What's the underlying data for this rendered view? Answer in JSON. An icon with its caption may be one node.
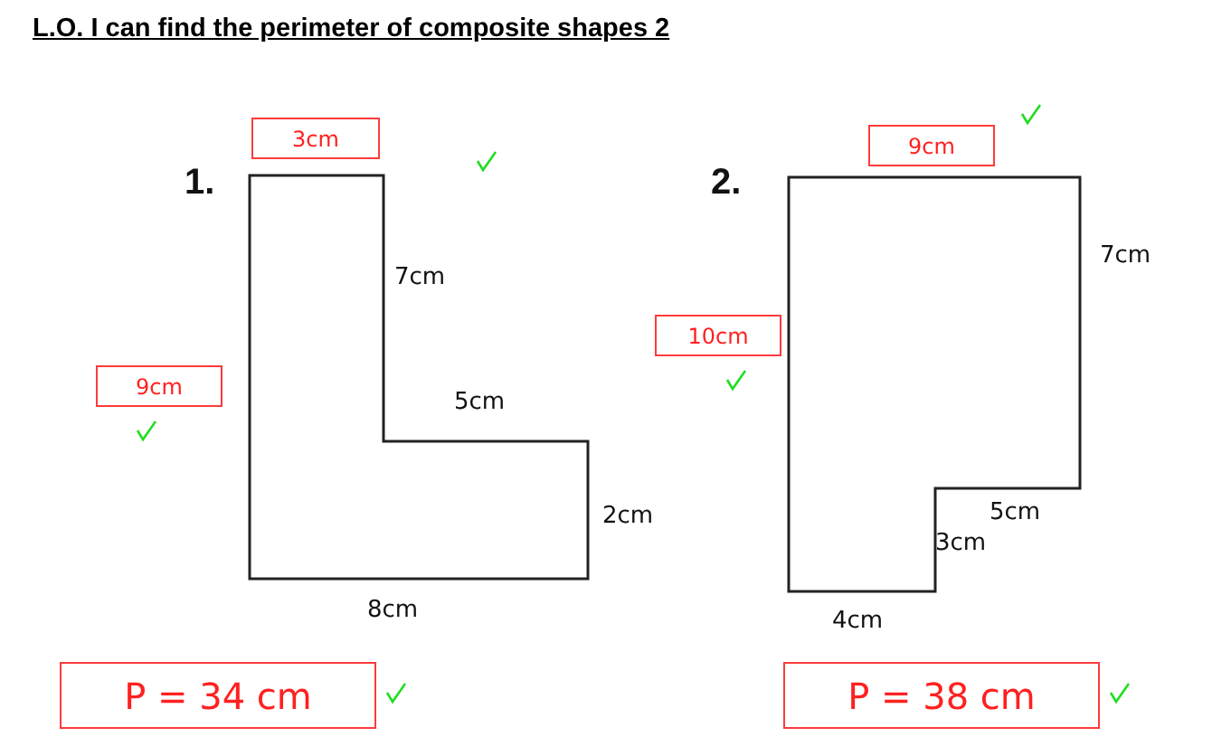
{
  "diagram": {
    "title": "L.O. I can find the perimeter of composite shapes 2",
    "nodes": [
      {
        "text": [
          "3cm"
        ]
      },
      {
        "text": [
          "9cm"
        ]
      },
      {
        "text": [
          "10cm"
        ]
      },
      {
        "text": [
          "9cm"
        ]
      },
      {
        "text": [
          "P =  34 cm"
        ]
      },
      {
        "text": [
          "P =  38 cm"
        ]
      }
    ],
    "labels": [
      "1.",
      "2.",
      "7cm",
      "7cm",
      "5cm",
      "2cm",
      "5cm",
      "3cm",
      "8cm",
      "4cm"
    ]
  }
}
